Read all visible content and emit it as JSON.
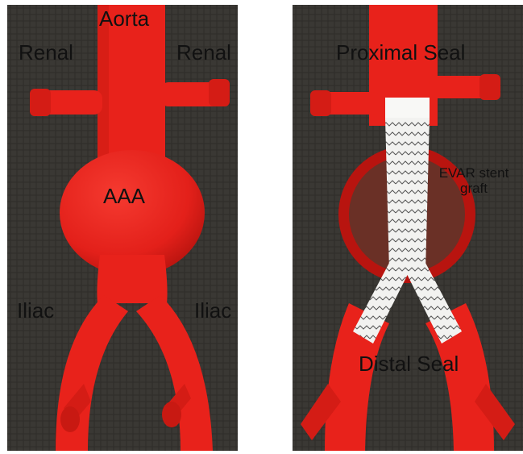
{
  "left_panel": {
    "labels": {
      "aorta": "Aorta",
      "renal_left": "Renal",
      "renal_right": "Renal",
      "aneurysm": "AAA",
      "iliac_left": "Iliac",
      "iliac_right": "Iliac"
    }
  },
  "right_panel": {
    "labels": {
      "proximal_seal": "Proximal Seal",
      "stent_graft": "EVAR stent graft",
      "distal_seal": "Distal Seal"
    }
  },
  "colors": {
    "background_fabric": "#3a3834",
    "vessel_red": "#e8221b",
    "vessel_shadow": "#b8140f",
    "stent_white": "#f2f2f0",
    "label_text": "#111111"
  }
}
